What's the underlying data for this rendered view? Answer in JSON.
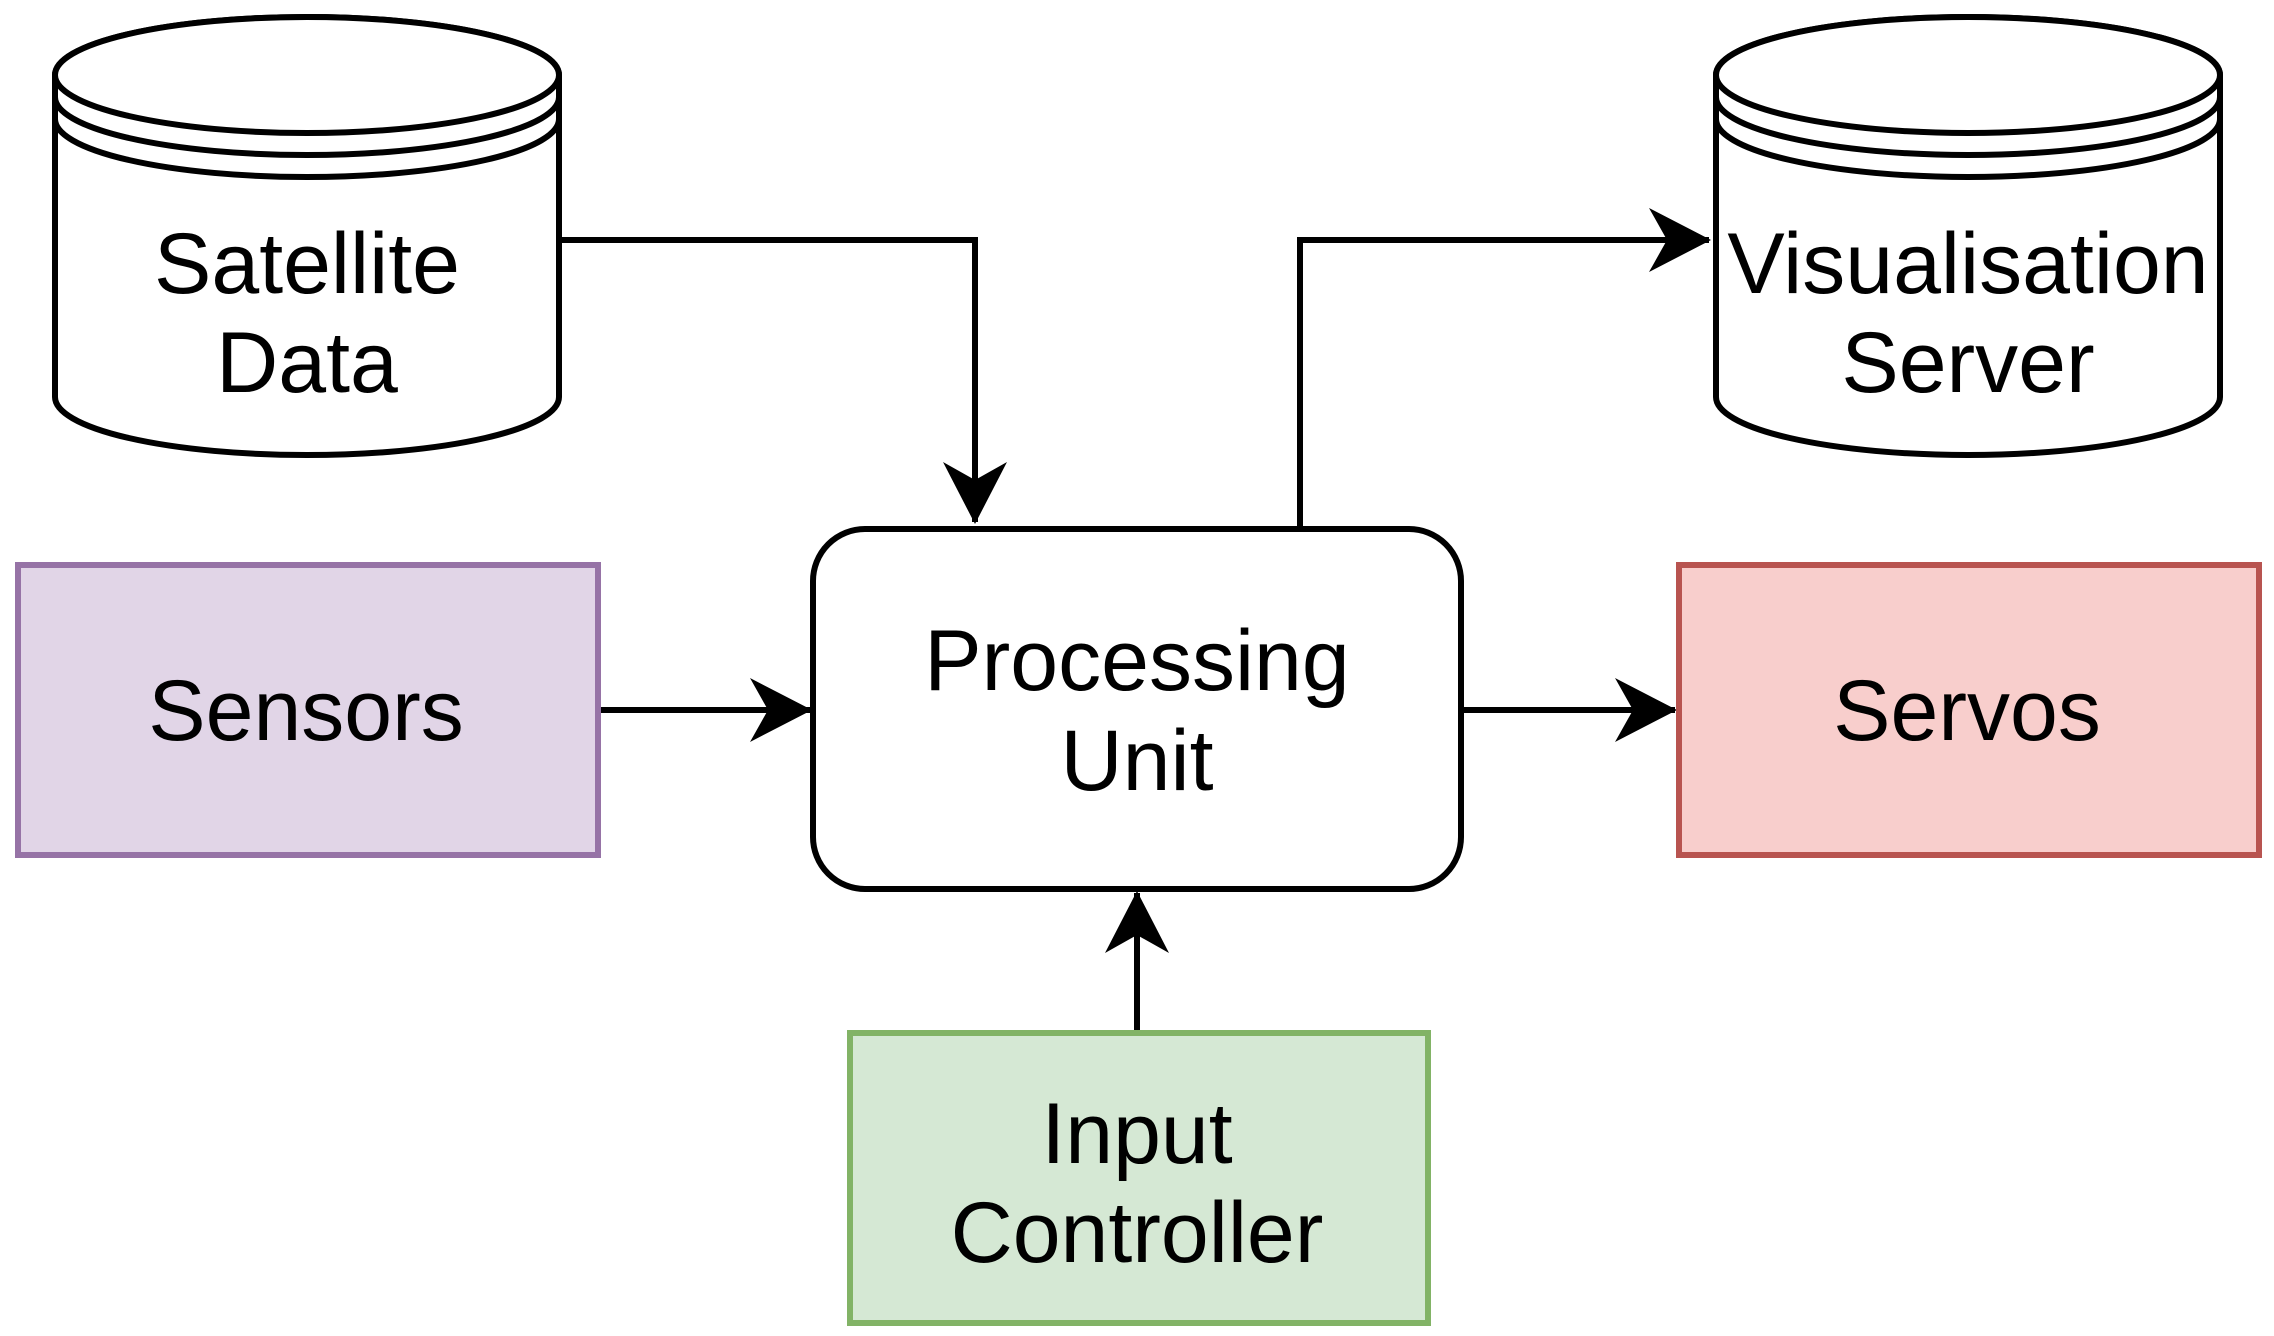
{
  "nodes": {
    "satellite_data": {
      "lines": [
        "Satellite",
        "Data"
      ],
      "shape": "database-cylinder"
    },
    "visualisation_server": {
      "lines": [
        "Visualisation",
        "Server"
      ],
      "shape": "database-cylinder"
    },
    "sensors": {
      "lines": [
        "Sensors"
      ],
      "fill": "#e1d5e7",
      "stroke": "#9673a6"
    },
    "processing_unit": {
      "lines": [
        "Processing",
        "Unit"
      ],
      "fill": "#ffffff",
      "stroke": "#000000"
    },
    "servos": {
      "lines": [
        "Servos"
      ],
      "fill": "#f8cecc",
      "stroke": "#b85450"
    },
    "input_controller": {
      "lines": [
        "Input",
        "Controller"
      ],
      "fill": "#d5e8d4",
      "stroke": "#82b366"
    }
  },
  "edges": [
    {
      "from": "Satellite Data",
      "to": "Processing Unit"
    },
    {
      "from": "Processing Unit",
      "to": "Visualisation Server"
    },
    {
      "from": "Sensors",
      "to": "Processing Unit"
    },
    {
      "from": "Processing Unit",
      "to": "Servos"
    },
    {
      "from": "Input Controller",
      "to": "Processing Unit"
    }
  ]
}
